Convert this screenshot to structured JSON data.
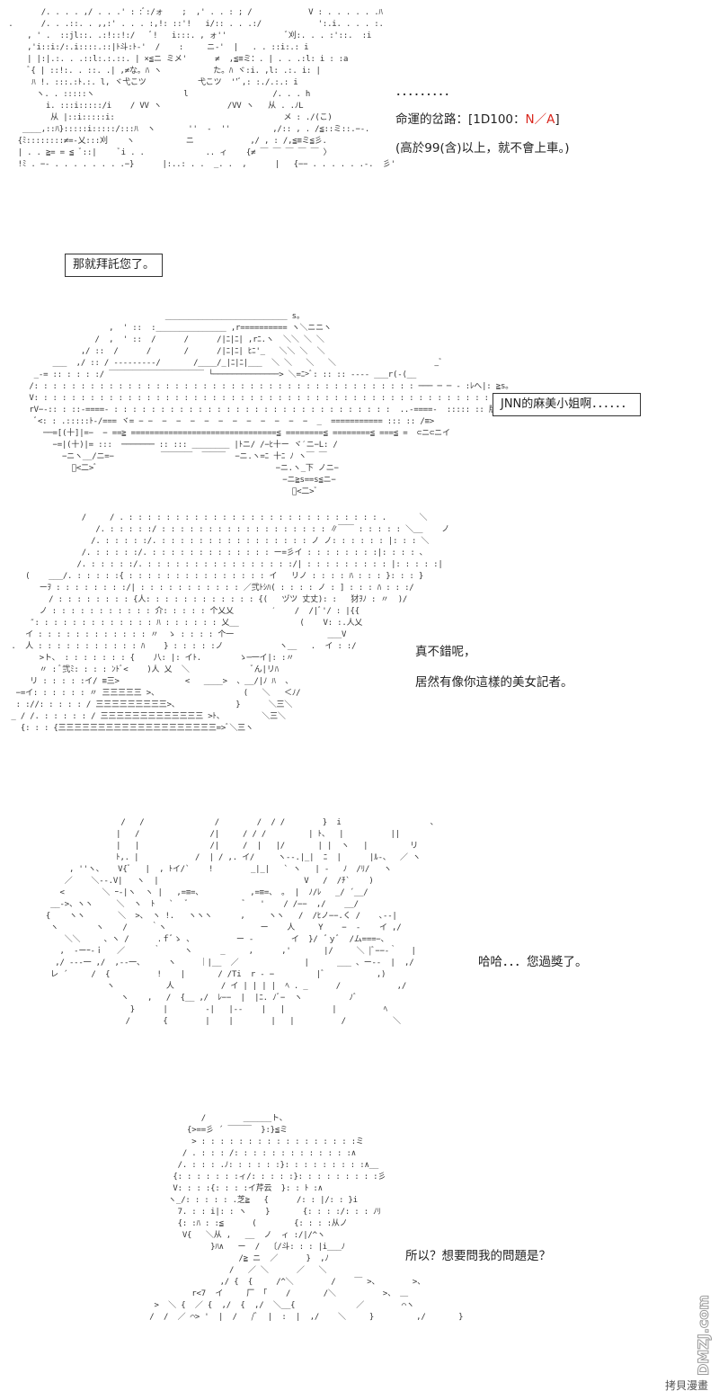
{
  "panel1": {
    "dots": "．．．．．．．．．",
    "roll_prefix": "命運的岔路：[1D100：",
    "roll_value": "N／A",
    "roll_suffix": "]",
    "note": "(高於99(含)以上，就不會上車。)"
  },
  "panel2": {
    "speech": "那就拜託您了。"
  },
  "panel3": {
    "speech": "JNN的麻美小姐啊．．．．．．"
  },
  "panel4": {
    "line1": "真不錯呢，",
    "line2": "居然有像你這樣的美女記者。"
  },
  "panel5": {
    "speech": "哈哈．．．您過獎了。"
  },
  "panel6": {
    "speech": "所以？想要問我的問題是？"
  },
  "watermark": {
    "site_logo": "DMZJ.com",
    "site_text": "拷貝漫畫"
  }
}
